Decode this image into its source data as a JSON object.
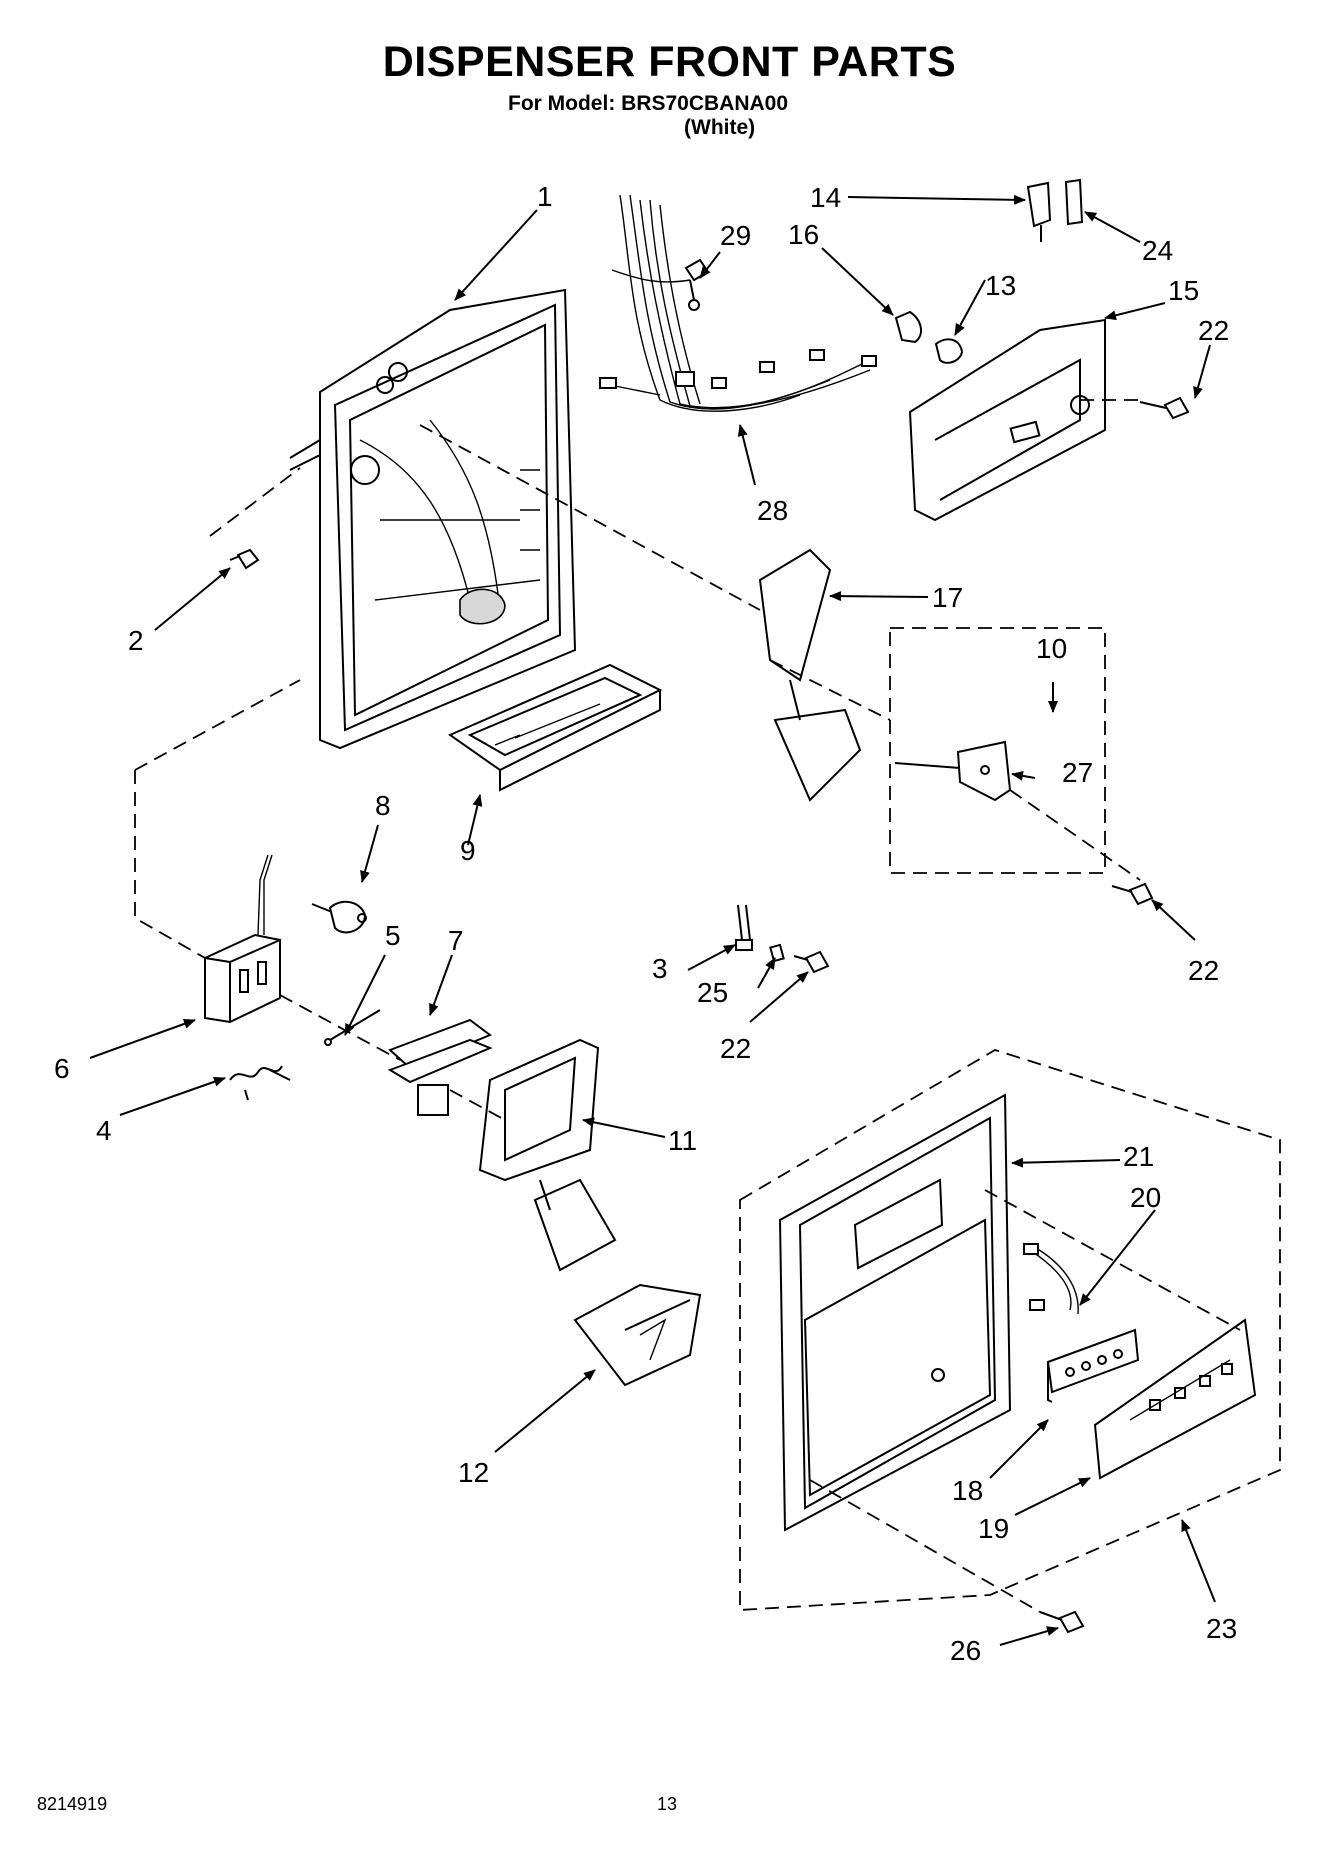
{
  "header": {
    "title": "DISPENSER FRONT PARTS",
    "model_line": "For Model: BRS70CBANA00",
    "variant": "(White)"
  },
  "callouts": [
    "1",
    "2",
    "3",
    "4",
    "5",
    "6",
    "7",
    "8",
    "9",
    "10",
    "11",
    "12",
    "13",
    "14",
    "15",
    "16",
    "17",
    "18",
    "19",
    "20",
    "21",
    "22",
    "22",
    "22",
    "22",
    "23",
    "24",
    "25",
    "26",
    "27",
    "28",
    "29"
  ],
  "footer": {
    "doc_number": "8214919",
    "page": "13"
  }
}
